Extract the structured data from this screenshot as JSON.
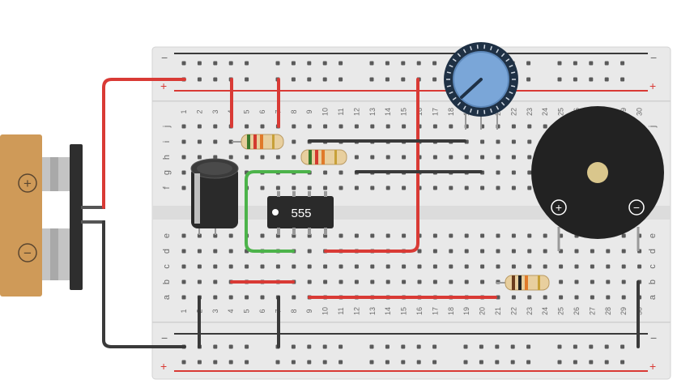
{
  "breadboard": {
    "rail_minus": "−",
    "rail_plus": "+",
    "row_letters_top": [
      "j",
      "i",
      "h",
      "g",
      "f"
    ],
    "row_letters_bottom": [
      "e",
      "d",
      "c",
      "b",
      "a"
    ],
    "column_numbers": [
      "1",
      "2",
      "3",
      "4",
      "5",
      "6",
      "7",
      "8",
      "9",
      "10",
      "11",
      "12",
      "13",
      "14",
      "15",
      "16",
      "17",
      "18",
      "19",
      "20",
      "21",
      "22",
      "23",
      "24",
      "25",
      "26",
      "27",
      "28",
      "29",
      "30"
    ]
  },
  "battery": {
    "plus_symbol": "+",
    "minus_symbol": "−"
  },
  "ic": {
    "label": "555"
  },
  "buzzer": {
    "plus_symbol": "+",
    "minus_symbol": "−"
  },
  "colors": {
    "board": "#e9e9e9",
    "wire_red": "#d93a35",
    "wire_black": "#3a3a3a",
    "wire_green": "#4cb34a",
    "battery": "#cf9a58",
    "pot_knob": "#7aa6d8",
    "buzzer": "#222222"
  }
}
